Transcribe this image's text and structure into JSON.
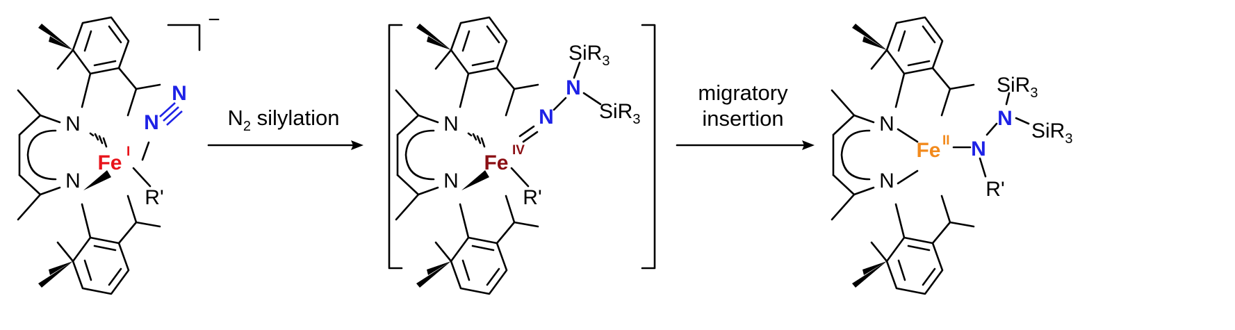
{
  "colors": {
    "bond": "#000000",
    "nitrogen_reactive": "#1e22e6",
    "fe_I": "#e8141b",
    "fe_IV": "#8b0f14",
    "fe_II": "#f28a1d"
  },
  "molecule1": {
    "n_top": "N",
    "n_bottom": "N",
    "fe": "Fe",
    "fe_ox": "I",
    "n2_a": "N",
    "n2_b": "N",
    "r_prime": "R'",
    "charge": "−"
  },
  "arrow1": {
    "n": "N",
    "n_sub": "2",
    "rest": " silylation"
  },
  "molecule2": {
    "n_top": "N",
    "n_bottom": "N",
    "fe": "Fe",
    "fe_ox": "IV",
    "n_a": "N",
    "n_b": "N",
    "si_top": "SiR",
    "si_top_sub": "3",
    "si_right": "SiR",
    "si_right_sub": "3",
    "r_prime": "R'"
  },
  "arrow2": {
    "line1": "migratory",
    "line2": "insertion"
  },
  "molecule3": {
    "n_top": "N",
    "n_bottom": "N",
    "fe": "Fe",
    "fe_ox": "II",
    "n_a": "N",
    "n_b": "N",
    "si_top": "SiR",
    "si_top_sub": "3",
    "si_right": "SiR",
    "si_right_sub": "3",
    "r_prime": "R'"
  }
}
